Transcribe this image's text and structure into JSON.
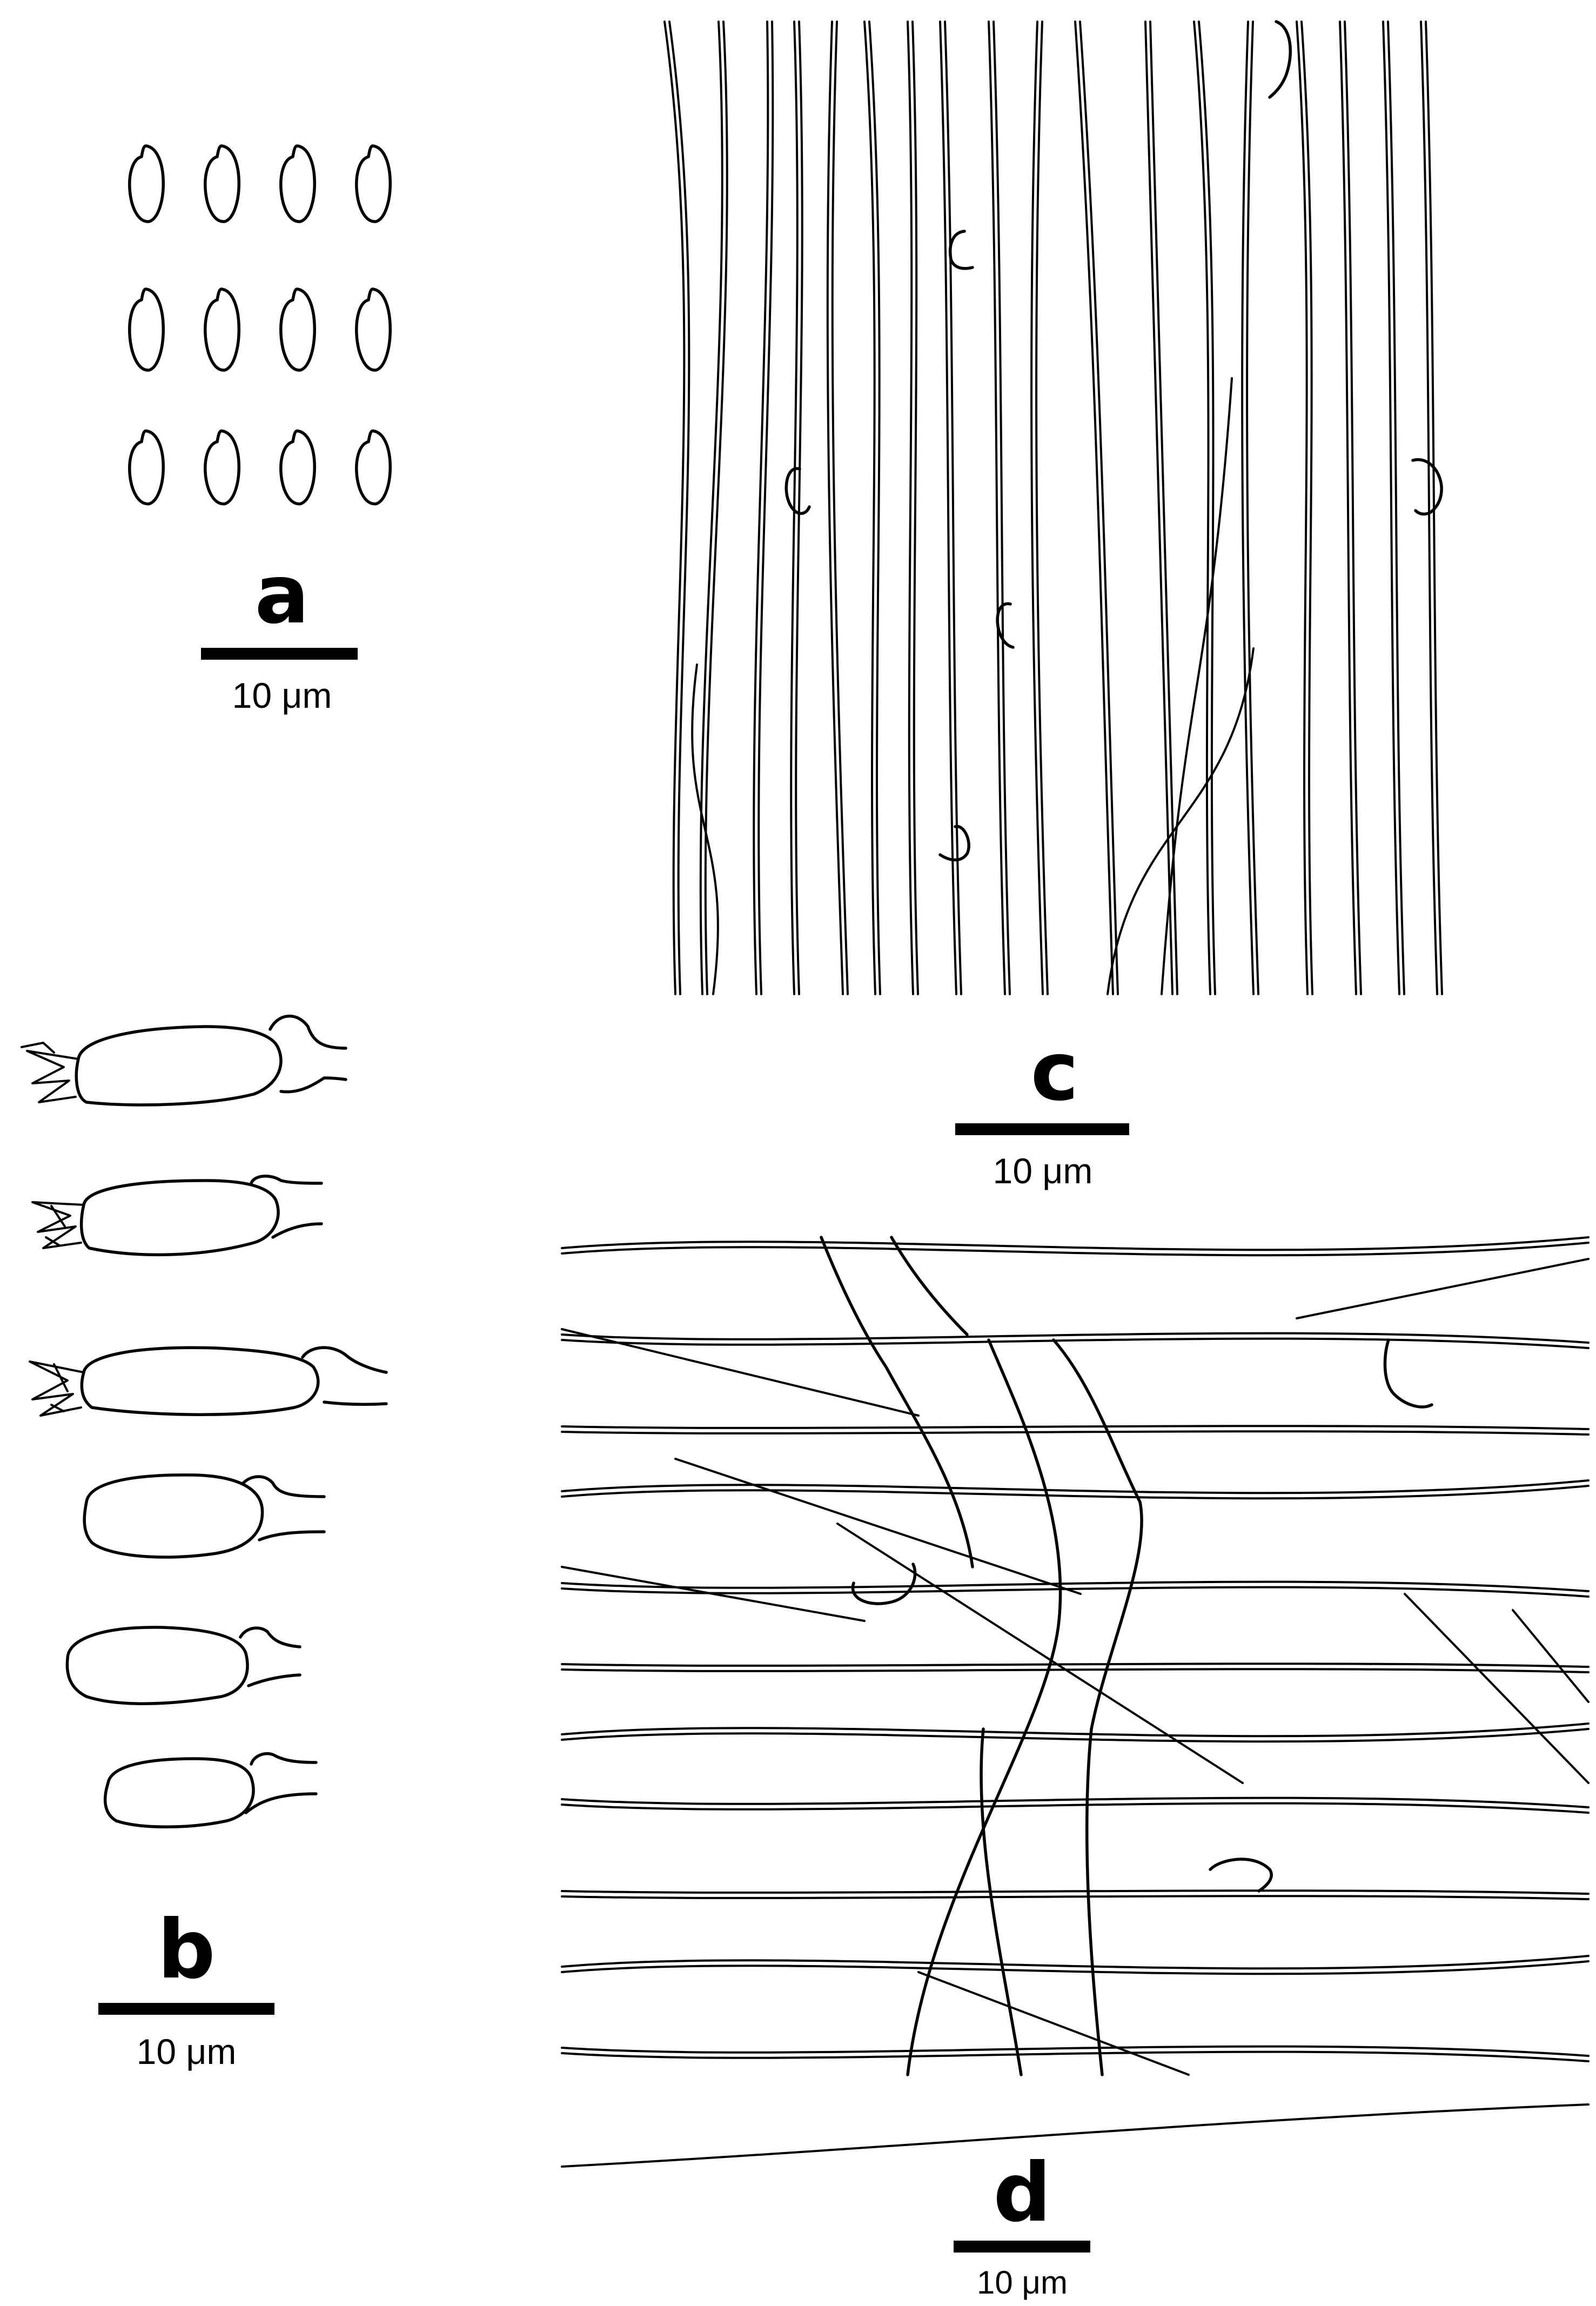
{
  "panels": {
    "a": {
      "letter": "a",
      "scale_label": "10 μm"
    },
    "b": {
      "letter": "b",
      "scale_label": "10 μm"
    },
    "c": {
      "letter": "c",
      "scale_label": "10 μm"
    },
    "d": {
      "letter": "d",
      "scale_label": "10 μm"
    }
  }
}
